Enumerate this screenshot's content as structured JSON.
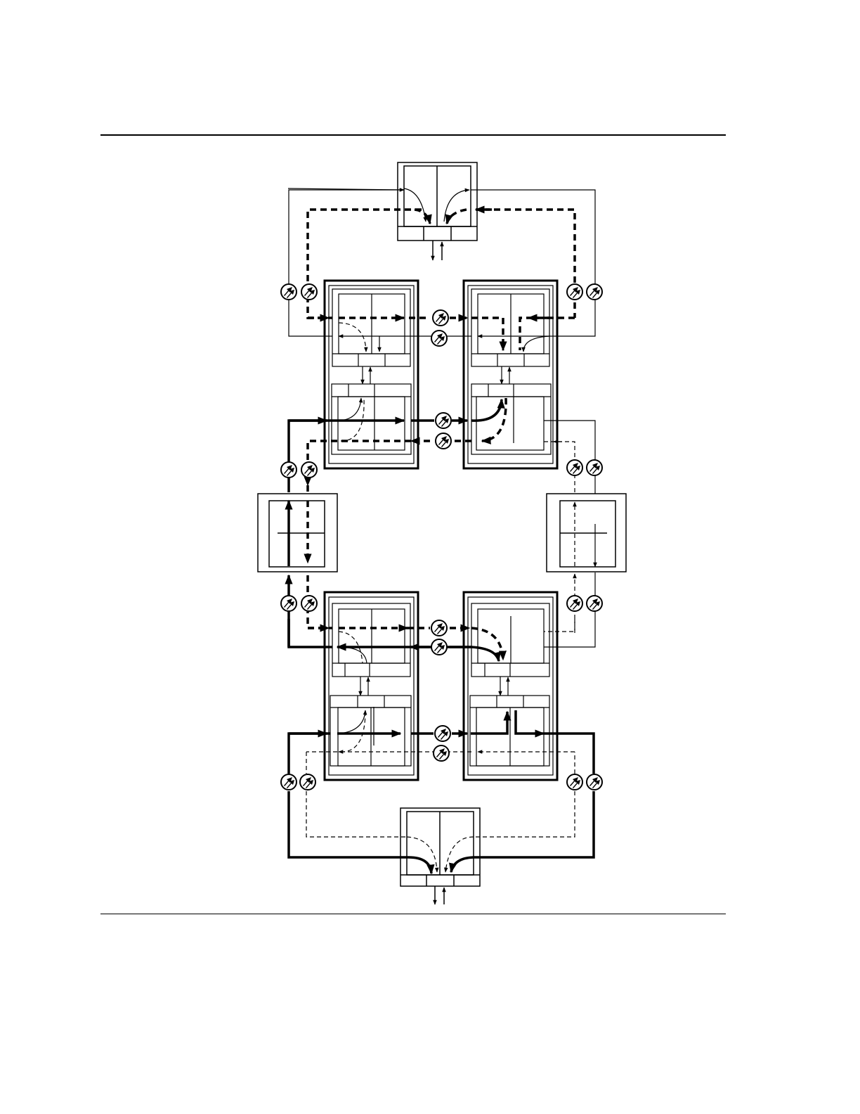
{
  "figure": {
    "description_text": "",
    "colors": {
      "ink": "#000000",
      "paper": "#ffffff"
    },
    "icons": {
      "connector": "connector-icon",
      "arrow": "arrow-icon"
    },
    "line_styles": [
      "thin-solid",
      "thick-solid",
      "thin-dashed",
      "thick-dashed"
    ],
    "node_counts": {
      "terminal_units": 2,
      "side_units": 2,
      "dual_shelf_units": 4,
      "connector_pairs": 12
    }
  }
}
